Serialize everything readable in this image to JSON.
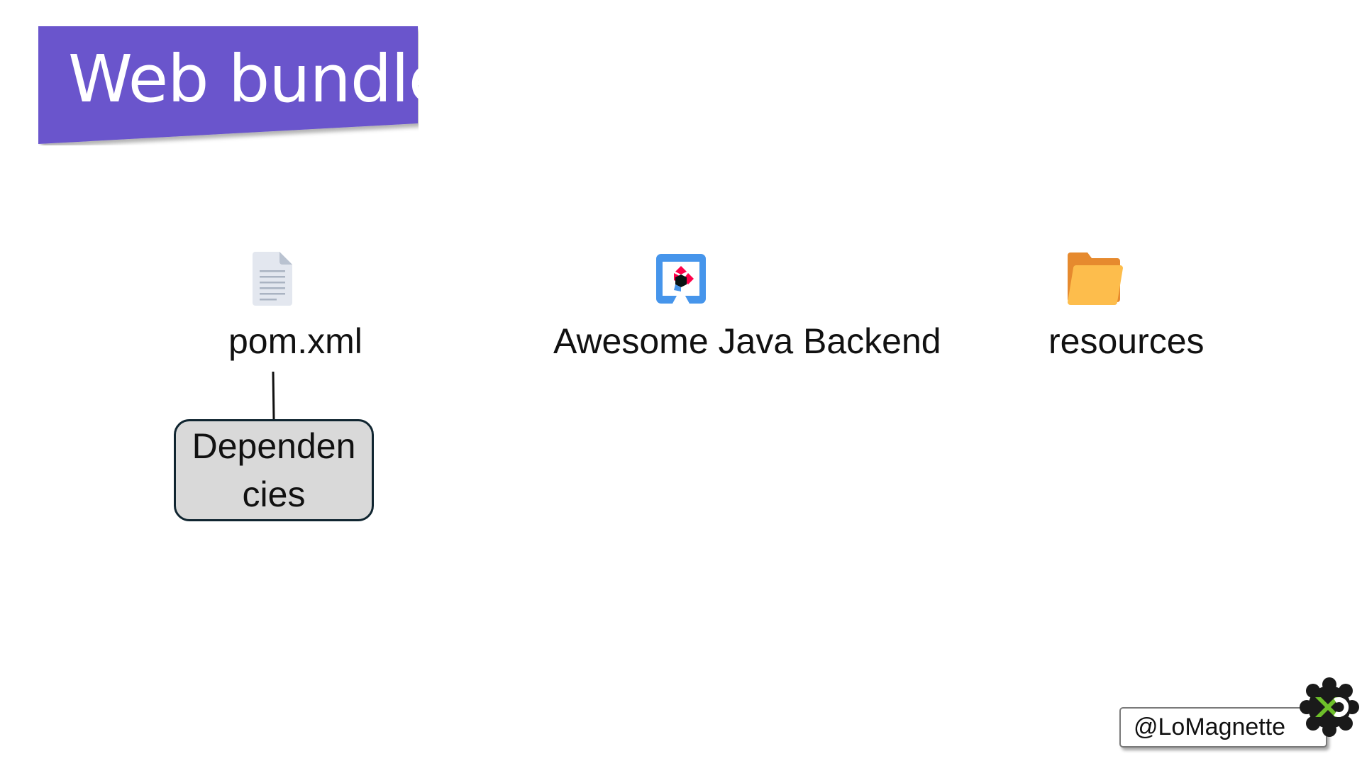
{
  "slide": {
    "title": "Web bundler",
    "banner_color": "#6a55cc",
    "items": [
      {
        "label": "pom.xml",
        "icon": "document-icon"
      },
      {
        "label": "Awesome Java Backend",
        "icon": "quarkus-logo-icon"
      },
      {
        "label": "resources",
        "icon": "folder-icon"
      }
    ],
    "dependencies_label": "Dependencies",
    "handle": "@LoMagnette",
    "logo": "gear-logo-icon"
  }
}
